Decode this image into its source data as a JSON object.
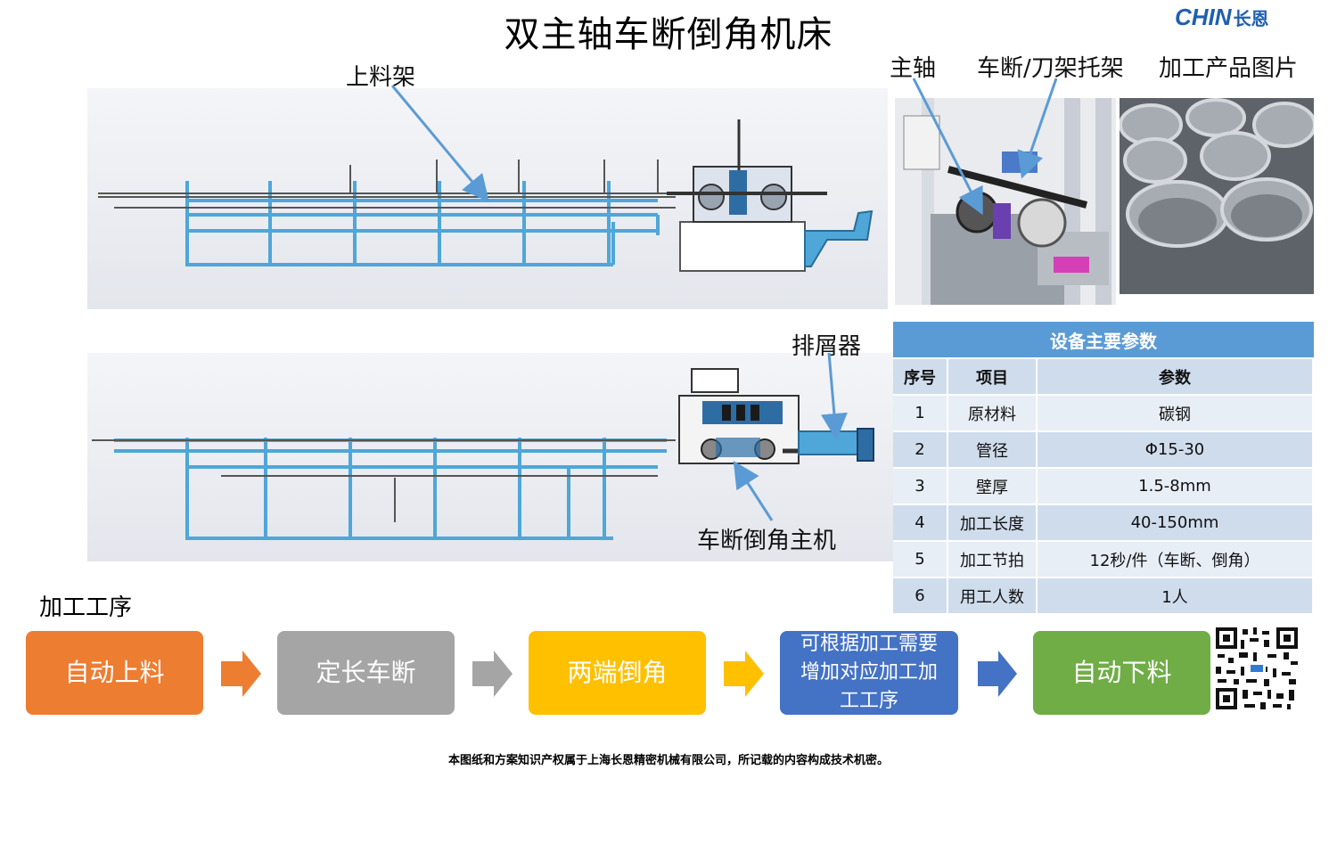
{
  "page": {
    "title": "双主轴车断倒角机床",
    "logo": {
      "latin": "CHIN",
      "cn": "长恩"
    }
  },
  "callouts": {
    "feed_rack": "上料架",
    "spindle": "主轴",
    "cutter_holder": "车断/刀架托架",
    "product_photo": "加工产品图片",
    "chip_conveyor": "排屑器",
    "main_machine": "车断倒角主机"
  },
  "params": {
    "title": "设备主要参数",
    "headers": [
      "序号",
      "项目",
      "参数"
    ],
    "rows": [
      [
        "1",
        "原材料",
        "碳钢"
      ],
      [
        "2",
        "管径",
        "Φ15-30"
      ],
      [
        "3",
        "壁厚",
        "1.5-8mm"
      ],
      [
        "4",
        "加工长度",
        "40-150mm"
      ],
      [
        "5",
        "加工节拍",
        "12秒/件（车断、倒角）"
      ],
      [
        "6",
        "用工人数",
        "1人"
      ]
    ]
  },
  "process": {
    "label": "加工工序",
    "steps": [
      {
        "label": "自动上料",
        "color": "#ed7d31"
      },
      {
        "label": "定长车断",
        "color": "#a5a5a5"
      },
      {
        "label": "两端倒角",
        "color": "#ffc000"
      },
      {
        "label": "可根据加工需要增加对应加工加工工序",
        "color": "#4472c4"
      },
      {
        "label": "自动下料",
        "color": "#70ad47"
      }
    ],
    "arrow_colors": [
      "#ed7d31",
      "#a5a5a5",
      "#ffc000",
      "#4472c4"
    ]
  },
  "footer": "本图纸和方案知识产权属于上海长恩精密机械有限公司，所记载的内容构成技术机密。",
  "colors": {
    "frame_blue": "#4fa6d8",
    "table_header": "#5b9bd5",
    "callout_arrow": "#5b9bd5"
  }
}
